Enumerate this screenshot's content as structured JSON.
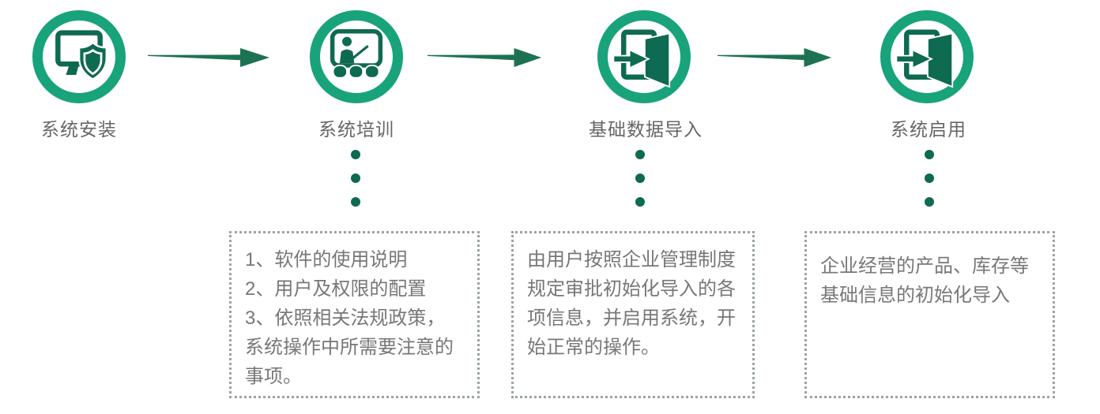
{
  "colors": {
    "ring_green": "#18a37b",
    "dark_green": "#0e6a50",
    "arrow_green": "#1d7351",
    "label_gray": "#666666",
    "note_text_gray": "#777777",
    "box_border_gray_green": "#9aa69c",
    "background": "#ffffff"
  },
  "steps": [
    {
      "label": "系统安装",
      "icon": "monitor-shield-icon"
    },
    {
      "label": "系统培训",
      "icon": "training-presentation-icon",
      "note_lines": [
        "1、软件的使用说明",
        "2、用户及权限的配置",
        "3、依照相关法规政策，系统操作中所需要注意的事项。"
      ]
    },
    {
      "label": "基础数据导入",
      "icon": "door-import-icon",
      "note_lines": [
        "由用户按照企业管理制度规定审批初始化导入的各项信息，并启用系统，开始正常的操作。"
      ]
    },
    {
      "label": "系统启用",
      "icon": "door-import-icon",
      "note_lines": [
        "企业经营的产品、库存等基础信息的初始化导入"
      ]
    }
  ]
}
